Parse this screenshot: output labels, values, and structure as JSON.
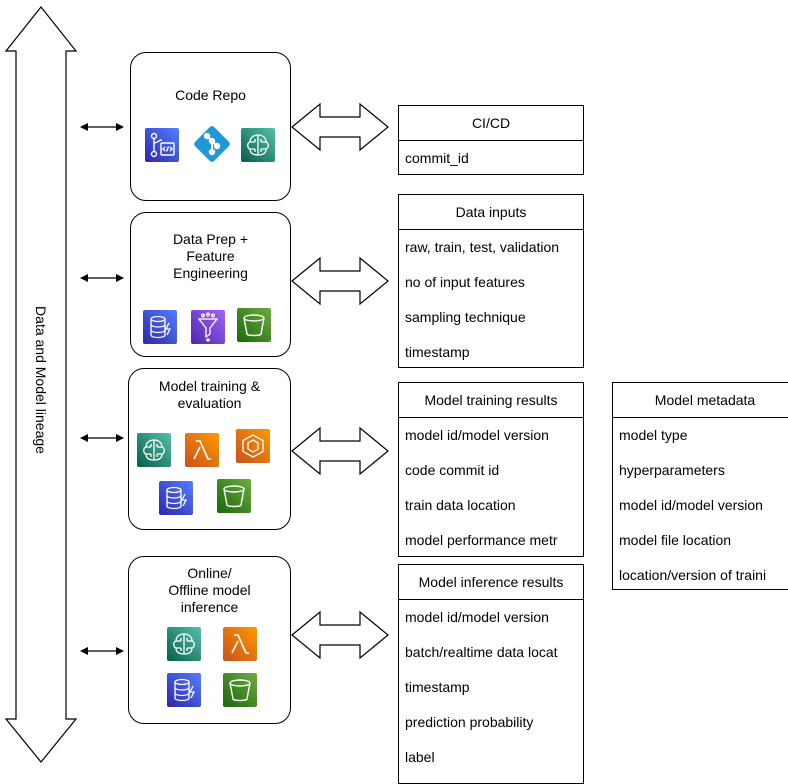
{
  "lineage_label": "Data and Model lineage",
  "stages": [
    {
      "title": "Code Repo",
      "icons": [
        "code-pipeline-icon",
        "git-icon",
        "sagemaker-icon"
      ]
    },
    {
      "title": "Data Prep +\nFeature\nEngineering",
      "icons": [
        "database-icon",
        "data-wrangler-icon",
        "s3-bucket-icon"
      ]
    },
    {
      "title": "Model training &\nevaluation",
      "icons": [
        "sagemaker-icon",
        "lambda-icon",
        "ecr-icon",
        "database-icon",
        "s3-bucket-icon"
      ]
    },
    {
      "title": "Online/\nOffline model\ninference",
      "icons": [
        "sagemaker-icon",
        "lambda-icon",
        "database-icon",
        "s3-bucket-icon"
      ]
    }
  ],
  "tables": {
    "cicd": {
      "header": "CI/CD",
      "rows": [
        "commit_id"
      ]
    },
    "data_inputs": {
      "header": "Data inputs",
      "rows": [
        "raw, train, test, validation",
        "no of input features",
        "sampling technique",
        "timestamp"
      ]
    },
    "training_results": {
      "header": "Model training results",
      "rows": [
        "model id/model version",
        "code commit id",
        "train data location",
        "model performance metr"
      ]
    },
    "model_metadata": {
      "header": "Model metadata",
      "rows": [
        "model type",
        "hyperparameters",
        "model id/model version",
        "model file location",
        "location/version of traini"
      ]
    },
    "inference_results": {
      "header": "Model inference results",
      "rows": [
        "model id/model version",
        "batch/realtime data locat",
        "timestamp",
        "prediction probability",
        "label"
      ]
    }
  },
  "colors": {
    "sagemaker": "#1a9c7c",
    "compute": "#e8740f",
    "database": "#3b48cc",
    "storage": "#3f8624",
    "analytics": "#8c4fff"
  }
}
